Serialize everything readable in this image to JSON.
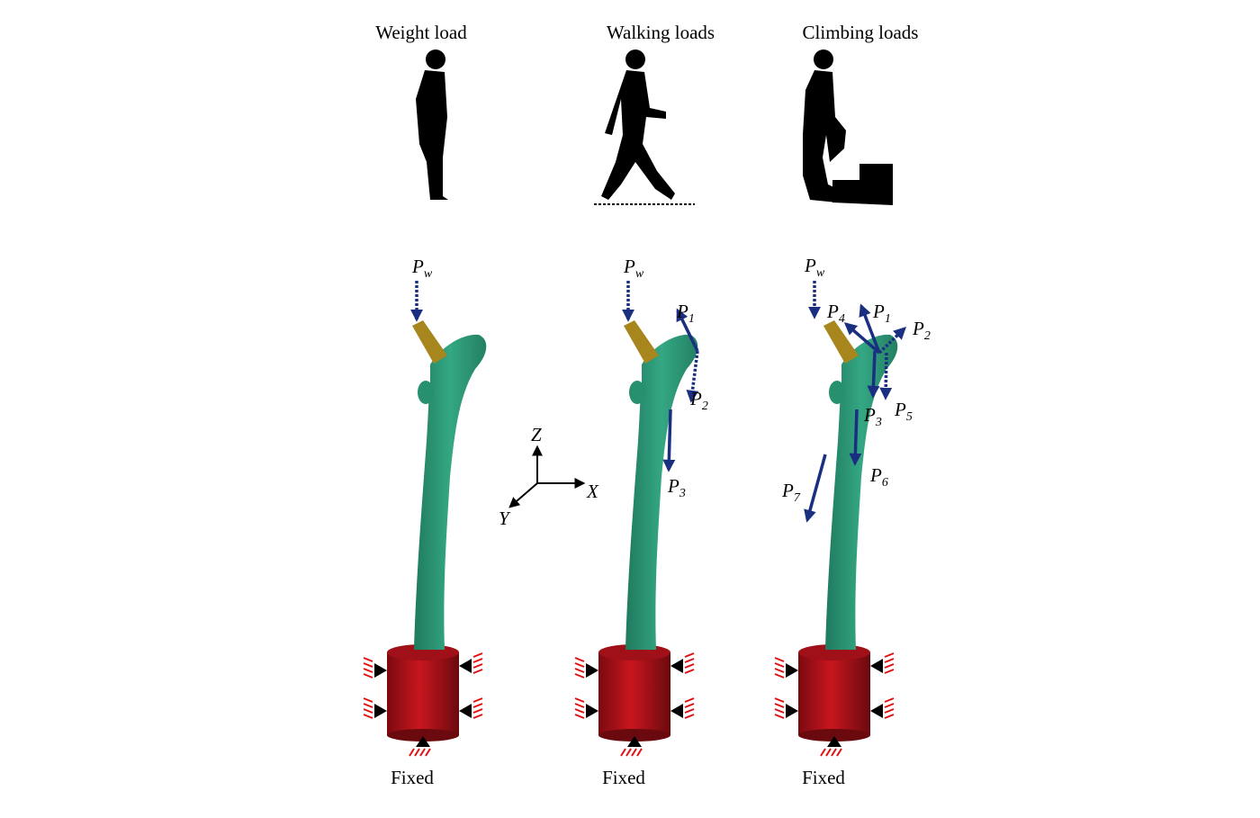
{
  "panels": [
    {
      "title": "Weight load",
      "fixed": "Fixed",
      "loads": [
        {
          "p": "P",
          "s": "w"
        }
      ]
    },
    {
      "title": "Walking loads",
      "fixed": "Fixed",
      "loads": [
        {
          "p": "P",
          "s": "w"
        },
        {
          "p": "P",
          "s": "1"
        },
        {
          "p": "P",
          "s": "2"
        },
        {
          "p": "P",
          "s": "3"
        }
      ]
    },
    {
      "title": "Climbing loads",
      "fixed": "Fixed",
      "loads": [
        {
          "p": "P",
          "s": "w"
        },
        {
          "p": "P",
          "s": "4"
        },
        {
          "p": "P",
          "s": "1"
        },
        {
          "p": "P",
          "s": "2"
        },
        {
          "p": "P",
          "s": "3"
        },
        {
          "p": "P",
          "s": "5"
        },
        {
          "p": "P",
          "s": "6"
        },
        {
          "p": "P",
          "s": "7"
        }
      ]
    }
  ],
  "axes": {
    "z": "Z",
    "x": "X",
    "y": "Y"
  },
  "colors": {
    "bone": "#2e9a78",
    "implant": "#a8861e",
    "fixture": "#b3121a",
    "load": "#1a2f80",
    "constraint": "#e01010"
  }
}
